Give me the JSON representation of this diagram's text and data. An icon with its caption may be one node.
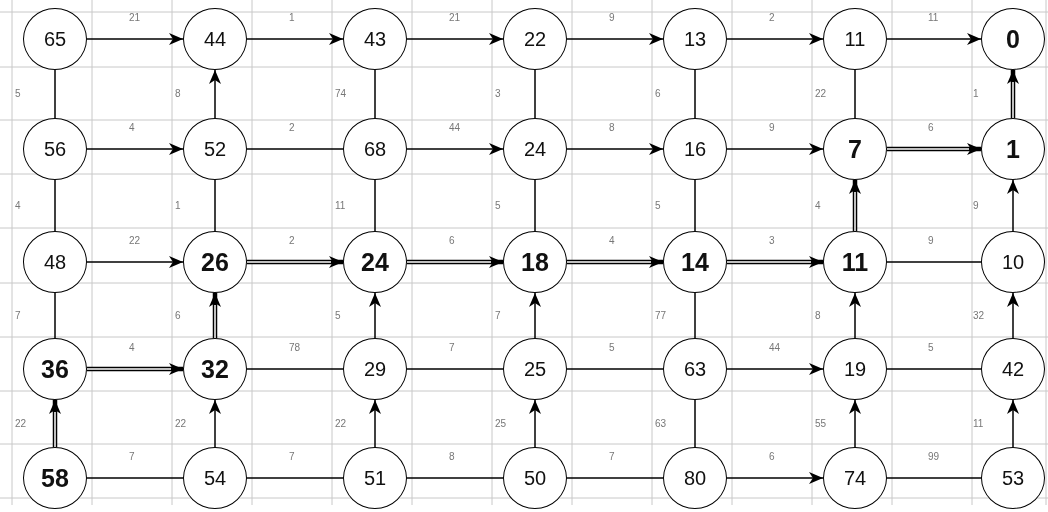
{
  "diagram": {
    "nodes": [
      {
        "text": [
          "65"
        ]
      },
      {
        "text": [
          "44"
        ]
      },
      {
        "text": [
          "43"
        ]
      },
      {
        "text": [
          "22"
        ]
      },
      {
        "text": [
          "13"
        ]
      },
      {
        "text": [
          "11"
        ]
      },
      {
        "text": [
          "0"
        ]
      },
      {
        "text": [
          "56"
        ]
      },
      {
        "text": [
          "52"
        ]
      },
      {
        "text": [
          "68"
        ]
      },
      {
        "text": [
          "24"
        ]
      },
      {
        "text": [
          "16"
        ]
      },
      {
        "text": [
          "7"
        ]
      },
      {
        "text": [
          "1"
        ]
      },
      {
        "text": [
          "48"
        ]
      },
      {
        "text": [
          "26"
        ]
      },
      {
        "text": [
          "24"
        ]
      },
      {
        "text": [
          "18"
        ]
      },
      {
        "text": [
          "14"
        ]
      },
      {
        "text": [
          "11"
        ]
      },
      {
        "text": [
          "10"
        ]
      },
      {
        "text": [
          "36"
        ]
      },
      {
        "text": [
          "32"
        ]
      },
      {
        "text": [
          "29"
        ]
      },
      {
        "text": [
          "25"
        ]
      },
      {
        "text": [
          "63"
        ]
      },
      {
        "text": [
          "19"
        ]
      },
      {
        "text": [
          "42"
        ]
      },
      {
        "text": [
          "58"
        ]
      },
      {
        "text": [
          "54"
        ]
      },
      {
        "text": [
          "51"
        ]
      },
      {
        "text": [
          "50"
        ]
      },
      {
        "text": [
          "80"
        ]
      },
      {
        "text": [
          "74"
        ]
      },
      {
        "text": [
          "53"
        ]
      }
    ],
    "edges": [
      {
        "from": 0,
        "to": 1,
        "arrow": "to",
        "label": "21"
      },
      {
        "from": 1,
        "to": 2,
        "arrow": "to",
        "label": "1"
      },
      {
        "from": 2,
        "to": 3,
        "arrow": "to",
        "label": "21"
      },
      {
        "from": 3,
        "to": 4,
        "arrow": "to",
        "label": "9"
      },
      {
        "from": 4,
        "to": 5,
        "arrow": "to",
        "label": "2"
      },
      {
        "from": 5,
        "to": 6,
        "arrow": "to",
        "label": "11"
      },
      {
        "from": 0,
        "to": 7,
        "arrow": "none",
        "label": "5"
      },
      {
        "from": 8,
        "to": 1,
        "arrow": "to",
        "label": "8"
      },
      {
        "from": 2,
        "to": 9,
        "arrow": "none",
        "label": "74"
      },
      {
        "from": 3,
        "to": 10,
        "arrow": "none",
        "label": "3"
      },
      {
        "from": 4,
        "to": 11,
        "arrow": "none",
        "label": "6"
      },
      {
        "from": 5,
        "to": 12,
        "arrow": "none",
        "label": "22"
      },
      {
        "from": 13,
        "to": 6,
        "arrow": "to",
        "label": "1",
        "style": "thick"
      },
      {
        "from": 7,
        "to": 8,
        "arrow": "to",
        "label": "4"
      },
      {
        "from": 8,
        "to": 9,
        "arrow": "none",
        "label": "2"
      },
      {
        "from": 9,
        "to": 10,
        "arrow": "to",
        "label": "44"
      },
      {
        "from": 10,
        "to": 11,
        "arrow": "to",
        "label": "8"
      },
      {
        "from": 11,
        "to": 12,
        "arrow": "to",
        "label": "9"
      },
      {
        "from": 12,
        "to": 13,
        "arrow": "to",
        "label": "6",
        "style": "thick"
      },
      {
        "from": 7,
        "to": 14,
        "arrow": "none",
        "label": "4"
      },
      {
        "from": 8,
        "to": 15,
        "arrow": "none",
        "label": "1"
      },
      {
        "from": 9,
        "to": 16,
        "arrow": "none",
        "label": "11"
      },
      {
        "from": 10,
        "to": 17,
        "arrow": "none",
        "label": "5"
      },
      {
        "from": 11,
        "to": 18,
        "arrow": "none",
        "label": "5"
      },
      {
        "from": 19,
        "to": 12,
        "arrow": "to",
        "label": "4",
        "style": "thick"
      },
      {
        "from": 20,
        "to": 13,
        "arrow": "to",
        "label": "9"
      },
      {
        "from": 14,
        "to": 15,
        "arrow": "to",
        "label": "22"
      },
      {
        "from": 15,
        "to": 16,
        "arrow": "to",
        "label": "2",
        "style": "thick"
      },
      {
        "from": 16,
        "to": 17,
        "arrow": "to",
        "label": "6",
        "style": "thick"
      },
      {
        "from": 17,
        "to": 18,
        "arrow": "to",
        "label": "4",
        "style": "thick"
      },
      {
        "from": 18,
        "to": 19,
        "arrow": "to",
        "label": "3",
        "style": "thick"
      },
      {
        "from": 19,
        "to": 20,
        "arrow": "none",
        "label": "9"
      },
      {
        "from": 14,
        "to": 21,
        "arrow": "none",
        "label": "7"
      },
      {
        "from": 22,
        "to": 15,
        "arrow": "to",
        "label": "6",
        "style": "thick"
      },
      {
        "from": 23,
        "to": 16,
        "arrow": "to",
        "label": "5"
      },
      {
        "from": 24,
        "to": 17,
        "arrow": "to",
        "label": "7"
      },
      {
        "from": 18,
        "to": 25,
        "arrow": "none",
        "label": "77"
      },
      {
        "from": 26,
        "to": 19,
        "arrow": "to",
        "label": "8"
      },
      {
        "from": 27,
        "to": 20,
        "arrow": "to",
        "label": "32"
      },
      {
        "from": 21,
        "to": 22,
        "arrow": "to",
        "label": "4",
        "style": "thick"
      },
      {
        "from": 22,
        "to": 23,
        "arrow": "none",
        "label": "78"
      },
      {
        "from": 23,
        "to": 24,
        "arrow": "none",
        "label": "7"
      },
      {
        "from": 24,
        "to": 25,
        "arrow": "none",
        "label": "5"
      },
      {
        "from": 25,
        "to": 26,
        "arrow": "to",
        "label": "44"
      },
      {
        "from": 26,
        "to": 27,
        "arrow": "none",
        "label": "5"
      },
      {
        "from": 28,
        "to": 21,
        "arrow": "to",
        "label": "22",
        "style": "thick"
      },
      {
        "from": 29,
        "to": 22,
        "arrow": "to",
        "label": "22"
      },
      {
        "from": 30,
        "to": 23,
        "arrow": "to",
        "label": "22"
      },
      {
        "from": 31,
        "to": 24,
        "arrow": "to",
        "label": "25"
      },
      {
        "from": 25,
        "to": 32,
        "arrow": "none",
        "label": "63"
      },
      {
        "from": 33,
        "to": 26,
        "arrow": "to",
        "label": "55"
      },
      {
        "from": 34,
        "to": 27,
        "arrow": "to",
        "label": "11"
      },
      {
        "from": 28,
        "to": 29,
        "arrow": "none",
        "label": "7"
      },
      {
        "from": 29,
        "to": 30,
        "arrow": "none",
        "label": "7"
      },
      {
        "from": 30,
        "to": 31,
        "arrow": "none",
        "label": "8"
      },
      {
        "from": 31,
        "to": 32,
        "arrow": "none",
        "label": "7"
      },
      {
        "from": 32,
        "to": 33,
        "arrow": "to",
        "label": "6"
      },
      {
        "from": 33,
        "to": 34,
        "arrow": "none",
        "label": "99"
      }
    ]
  }
}
